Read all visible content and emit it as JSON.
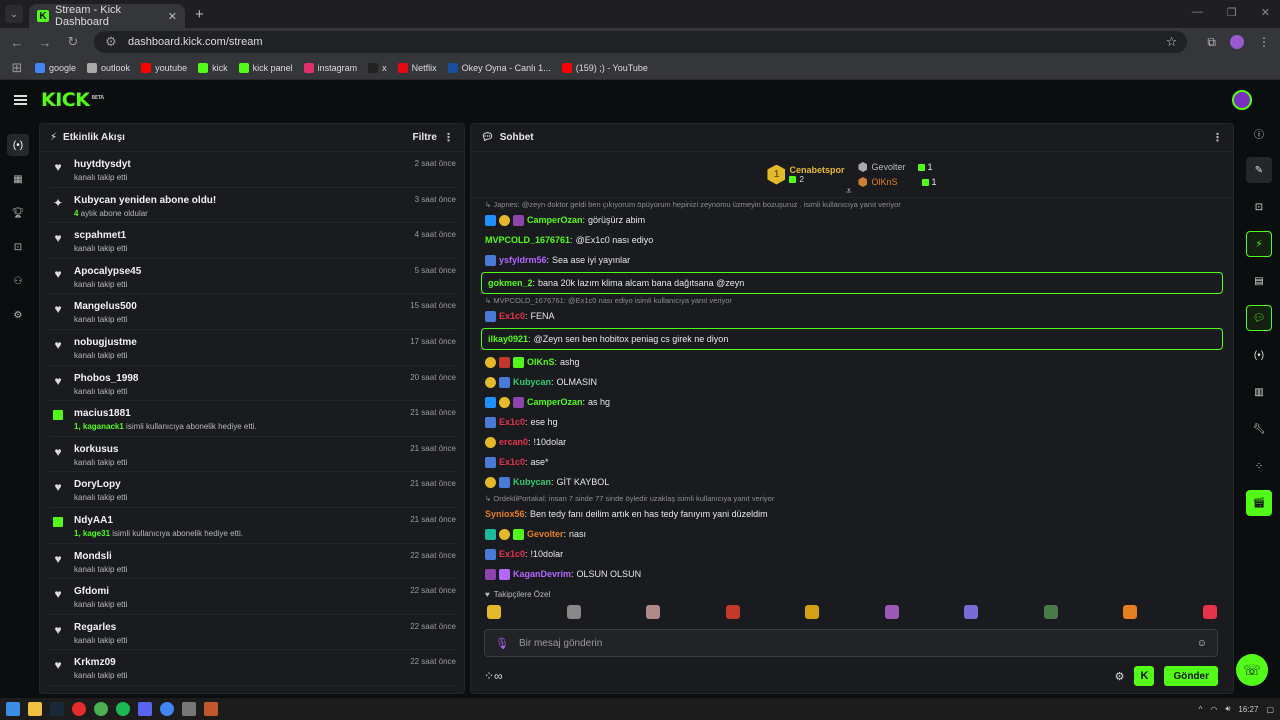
{
  "browser": {
    "tab_title": "Stream - Kick Dashboard",
    "url": "dashboard.kick.com/stream",
    "bookmarks": [
      {
        "label": "google",
        "color": "#4285f4"
      },
      {
        "label": "outlook",
        "color": "#aaaaaa"
      },
      {
        "label": "youtube",
        "color": "#ff0000"
      },
      {
        "label": "kick",
        "color": "#53fc18"
      },
      {
        "label": "kick panel",
        "color": "#53fc18"
      },
      {
        "label": "instagram",
        "color": "#e1306c"
      },
      {
        "label": "x",
        "color": "#222222"
      },
      {
        "label": "Netflix",
        "color": "#e50914"
      },
      {
        "label": "Okey Oyna - Canlı 1...",
        "color": "#1a4fa0"
      },
      {
        "label": "(159) ;) - YouTube",
        "color": "#ff0000"
      }
    ]
  },
  "header": {
    "logo": "KICK",
    "logo_beta": "BETA"
  },
  "activity": {
    "title": "Etkinlik Akışı",
    "filter_label": "Filtre",
    "items": [
      {
        "name": "huytdtysdyt",
        "sub": "kanalı takip etti",
        "time": "2 saat önce",
        "kind": "follow"
      },
      {
        "name": "Kubycan yeniden abone oldu!",
        "sub_hl": "4",
        "sub": " aylık abone oldular",
        "time": "3 saat önce",
        "kind": "sub"
      },
      {
        "name": "scpahmet1",
        "sub": "kanalı takip etti",
        "time": "4 saat önce",
        "kind": "follow"
      },
      {
        "name": "Apocalypse45",
        "sub": "kanalı takip etti",
        "time": "5 saat önce",
        "kind": "follow"
      },
      {
        "name": "Mangelus500",
        "sub": "kanalı takip etti",
        "time": "15 saat önce",
        "kind": "follow"
      },
      {
        "name": "nobugjustme",
        "sub": "kanalı takip etti",
        "time": "17 saat önce",
        "kind": "follow"
      },
      {
        "name": "Phobos_1998",
        "sub": "kanalı takip etti",
        "time": "20 saat önce",
        "kind": "follow"
      },
      {
        "name": "macius1881",
        "sub_hl": "1, kaganack1",
        "sub": " isimli kullanıcıya abonelik hediye etti.",
        "time": "21 saat önce",
        "kind": "gift"
      },
      {
        "name": "korkusus",
        "sub": "kanalı takip etti",
        "time": "21 saat önce",
        "kind": "follow"
      },
      {
        "name": "DoryLopy",
        "sub": "kanalı takip etti",
        "time": "21 saat önce",
        "kind": "follow"
      },
      {
        "name": "NdyAA1",
        "sub_hl": "1, kage31",
        "sub": " isimli kullanıcıya abonelik hediye etti.",
        "time": "21 saat önce",
        "kind": "gift"
      },
      {
        "name": "Mondsli",
        "sub": "kanalı takip etti",
        "time": "22 saat önce",
        "kind": "follow"
      },
      {
        "name": "Gfdomi",
        "sub": "kanalı takip etti",
        "time": "22 saat önce",
        "kind": "follow"
      },
      {
        "name": "Regarles",
        "sub": "kanalı takip etti",
        "time": "22 saat önce",
        "kind": "follow"
      },
      {
        "name": "Krkmz09",
        "sub": "kanalı takip etti",
        "time": "22 saat önce",
        "kind": "follow"
      }
    ]
  },
  "chat": {
    "title": "Sohbet",
    "top_gifters": {
      "first": {
        "rank": "1",
        "name": "Cenabetspor",
        "count": "2"
      },
      "second": {
        "name": "Gevolter",
        "count": "1"
      },
      "third": {
        "name": "OlKnS",
        "count": "1"
      }
    },
    "messages": [
      {
        "reply": "Japnes: @zeyn doktor geldi ben çıkıyorum öpüyorum hepinizi zeynomu üzmeyin bozuşuruz . isimli kullanıcıya yanıt veriyor",
        "badges": [
          "#1e90ff",
          "#e5b92c",
          "#8e44ad"
        ],
        "user": "CamperOzan",
        "color": "#53fc18",
        "text": "görüşürz abim"
      },
      {
        "user": "MVPCOLD_1676761",
        "color": "#53fc18",
        "text": "@Ex1c0 nası ediyo",
        "badges": []
      },
      {
        "user": "ysfyldrm56",
        "color": "#b466ff",
        "text": "Sea ase iyi yayınlar",
        "badges": [
          "#4a7ad8"
        ]
      },
      {
        "user": "gokmen_2",
        "color": "#53fc18",
        "text": "bana 20k lazım klima alcam bana dağıtsana @zeyn",
        "badges": [],
        "highlight": true
      },
      {
        "reply": "MVPCOLD_1676761: @Ex1c0 nası ediyo isimli kullanıcıya yanıt veriyor",
        "user": "Ex1c0",
        "color": "#e5334b",
        "text": "FENA",
        "badges": [
          "#4a7ad8"
        ]
      },
      {
        "user": "ilkay0921",
        "color": "#53fc18",
        "text": "@Zeyn sen ben hobitox peniag cs girek ne diyon",
        "badges": [],
        "highlight": true
      },
      {
        "user": "OlKnS",
        "color": "#53fc18",
        "text": "ashg",
        "badges": [
          "#e5b92c",
          "#c0392b",
          "#53fc18"
        ]
      },
      {
        "user": "Kubycan",
        "color": "#2ecc71",
        "text": "OLMASIN",
        "badges": [
          "#e5b92c",
          "#4a7ad8"
        ]
      },
      {
        "user": "CamperOzan",
        "color": "#53fc18",
        "text": "as hg",
        "badges": [
          "#1e90ff",
          "#e5b92c",
          "#8e44ad"
        ]
      },
      {
        "user": "Ex1c0",
        "color": "#e5334b",
        "text": "ese hg",
        "badges": [
          "#4a7ad8"
        ]
      },
      {
        "user": "ercan0",
        "color": "#e5334b",
        "text": "!10dolar",
        "badges": [
          "#e5b92c"
        ]
      },
      {
        "user": "Ex1c0",
        "color": "#e5334b",
        "text": "ase*",
        "badges": [
          "#4a7ad8"
        ]
      },
      {
        "user": "Kubycan",
        "color": "#2ecc71",
        "text": "GİT KAYBOL",
        "badges": [
          "#e5b92c",
          "#4a7ad8"
        ]
      },
      {
        "reply": "OrdekliPortakal: insan 7 sinde 77 sinde öyledir uzaklaş isimli kullanıcıya yanıt veriyor",
        "user": "Syniox56",
        "color": "#e67e22",
        "text": "Ben tedy fanı deilim artık en has tedy fanıyım yani düzeldim",
        "badges": []
      },
      {
        "user": "Gevolter",
        "color": "#e67e22",
        "text": "nası",
        "badges": [
          "#1abc9c",
          "#e5b92c",
          "#53fc18"
        ]
      },
      {
        "user": "Ex1c0",
        "color": "#e5334b",
        "text": "!10dolar",
        "badges": [
          "#4a7ad8"
        ]
      },
      {
        "user": "KaganDevrim",
        "color": "#b466ff",
        "text": "OLSUN OLSUN",
        "badges": [
          "#8e44ad",
          "#b466ff"
        ]
      }
    ],
    "emote_section": "Takipçilere Özel",
    "emote_colors": [
      "#e5b92c",
      "#888888",
      "#b08a8a",
      "#c0392b",
      "#d4a017",
      "#9b59b6",
      "#7a6ad8",
      "#4a7a4a",
      "#e67e22",
      "#e5334b"
    ],
    "input_placeholder": "Bir mesaj gönderin",
    "send_label": "Gönder"
  },
  "taskbar": {
    "time": "16:27"
  }
}
